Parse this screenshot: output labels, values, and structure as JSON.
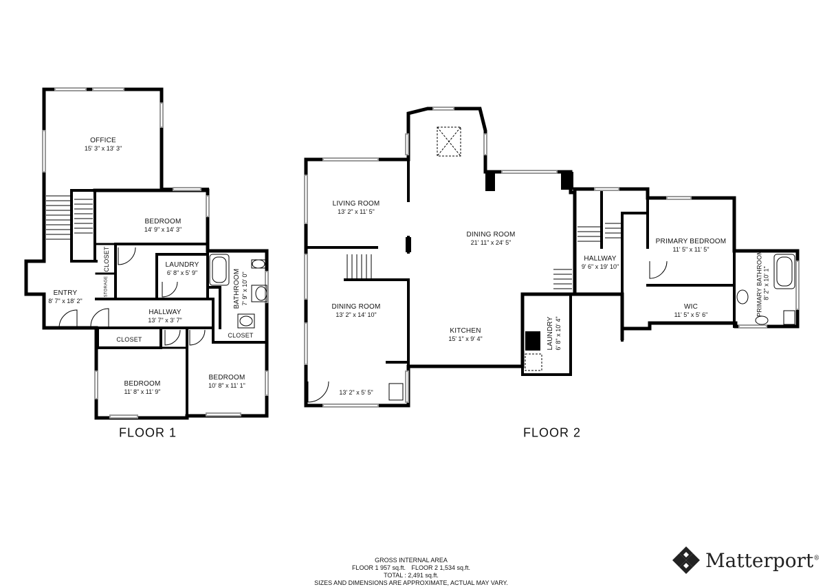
{
  "floors": [
    {
      "title": "FLOOR 1",
      "rooms": [
        {
          "id": "office",
          "name": "OFFICE",
          "dims": "15' 3\" x 13' 3\""
        },
        {
          "id": "bedroom-1",
          "name": "BEDROOM",
          "dims": "14' 9\" x 14' 3\""
        },
        {
          "id": "closet-1",
          "name": "CLOSET",
          "dims": ""
        },
        {
          "id": "storage",
          "name": "STORAGE",
          "dims": ""
        },
        {
          "id": "laundry-1",
          "name": "LAUNDRY",
          "dims": "6' 8\" x 5' 9\""
        },
        {
          "id": "bathroom",
          "name": "BATHROOM",
          "dims": "7' 9\" x 10' 0\""
        },
        {
          "id": "entry",
          "name": "ENTRY",
          "dims": "8' 7\" x 18' 2\""
        },
        {
          "id": "hallway-1",
          "name": "HALLWAY",
          "dims": "13' 7\" x 3' 7\""
        },
        {
          "id": "closet-2",
          "name": "CLOSET",
          "dims": ""
        },
        {
          "id": "closet-3",
          "name": "CLOSET",
          "dims": ""
        },
        {
          "id": "bedroom-2",
          "name": "BEDROOM",
          "dims": "11' 8\" x 11' 9\""
        },
        {
          "id": "bedroom-3",
          "name": "BEDROOM",
          "dims": "10' 8\" x 11' 1\""
        }
      ]
    },
    {
      "title": "FLOOR 2",
      "rooms": [
        {
          "id": "living-room",
          "name": "LIVING ROOM",
          "dims": "13' 2\" x 11' 5\""
        },
        {
          "id": "dining-room-big",
          "name": "DINING ROOM",
          "dims": "21' 11\" x 24' 5\""
        },
        {
          "id": "dining-room-small",
          "name": "DINING ROOM",
          "dims": "13' 2\" x 14' 10\""
        },
        {
          "id": "nook",
          "name": "",
          "dims": "13' 2\" x 5' 5\""
        },
        {
          "id": "kitchen",
          "name": "KITCHEN",
          "dims": "15' 1\" x 9' 4\""
        },
        {
          "id": "hallway-2",
          "name": "HALLWAY",
          "dims": "9' 6\" x 19' 10\""
        },
        {
          "id": "laundry-2",
          "name": "LAUNDRY",
          "dims": "6' 8\" x 10' 4\""
        },
        {
          "id": "primary-bedroom",
          "name": "PRIMARY BEDROOM",
          "dims": "11' 5\" x 11' 5\""
        },
        {
          "id": "wic",
          "name": "WIC",
          "dims": "11' 5\" x 5' 6\""
        },
        {
          "id": "primary-bathroom",
          "name": "PRIMARY BATHROOM",
          "dims": "8' 2\" x 10' 1\""
        }
      ]
    }
  ],
  "area": {
    "heading": "GROSS INTERNAL AREA",
    "floor1": "FLOOR 1 957 sq.ft.",
    "floor2": "FLOOR 2 1,534 sq.ft.",
    "total": "TOTAL :  2,491 sq.ft.",
    "note": "SIZES AND DIMENSIONS ARE APPROXIMATE, ACTUAL MAY VARY."
  },
  "brand": {
    "name": "Matterport",
    "mark": "®",
    "icon": "matterport-logo-icon"
  }
}
